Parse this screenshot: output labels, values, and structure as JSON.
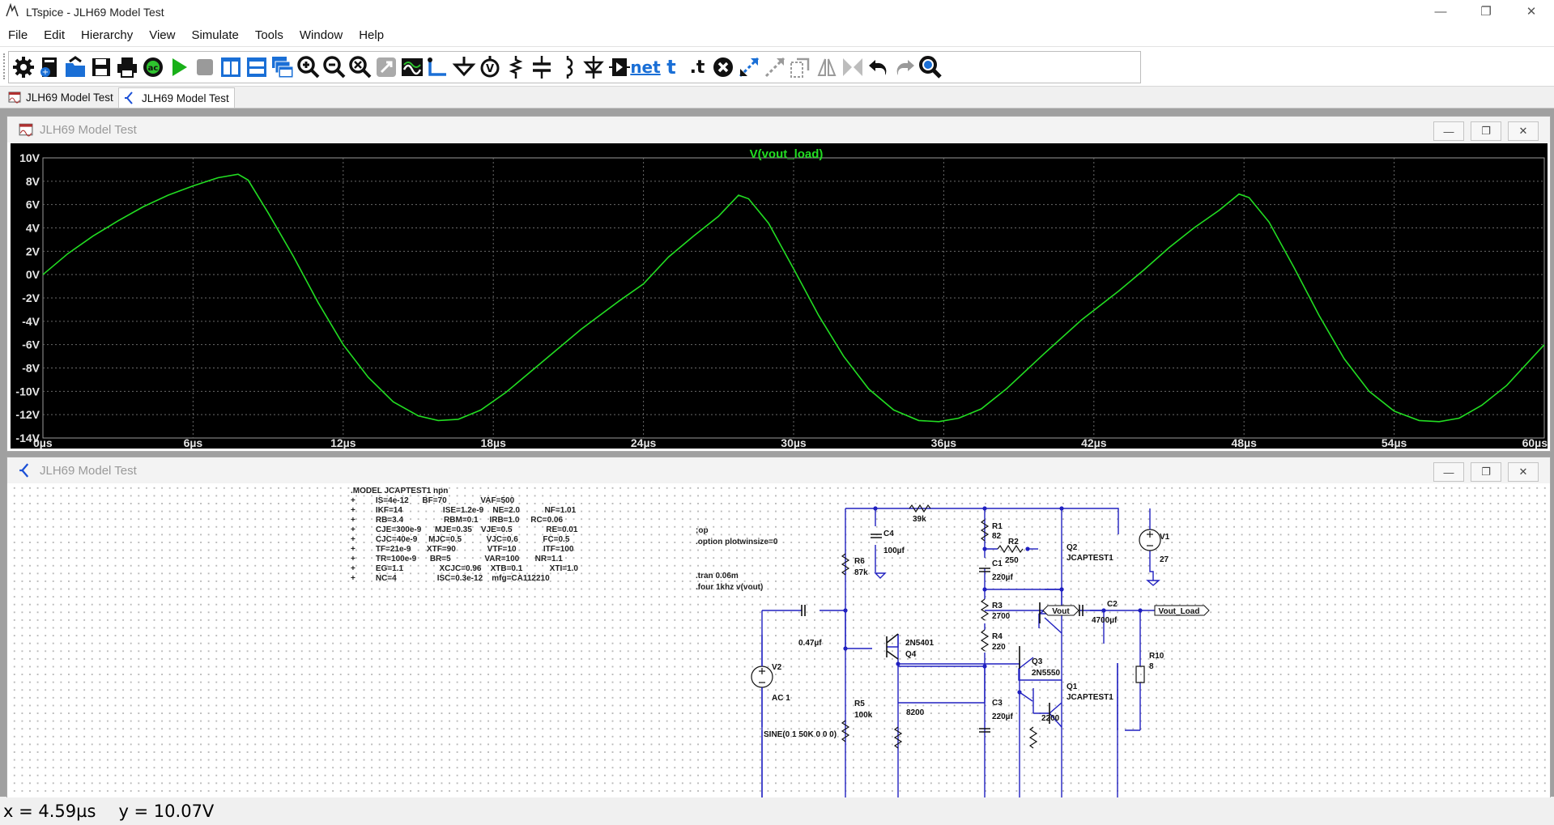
{
  "app": {
    "title": "LTspice - JLH69 Model Test",
    "window_controls": [
      "minimize-icon",
      "restore-icon",
      "close-icon"
    ]
  },
  "menu": [
    "File",
    "Edit",
    "Hierarchy",
    "View",
    "Simulate",
    "Tools",
    "Window",
    "Help"
  ],
  "toolbar": {
    "buttons": [
      "settings",
      "new-schematic",
      "open",
      "save",
      "print",
      "ac-analysis",
      "run",
      "halt",
      "tile-vertical",
      "tile-horizontal",
      "cascade",
      "zoom-in",
      "zoom-out",
      "zoom-fit",
      "zoom-extents",
      "autorange",
      "wire",
      "ground",
      "label-net",
      "resistor",
      "capacitor",
      "inductor",
      "diode",
      "component",
      "net-label",
      "text",
      "spice-directive",
      "delete",
      "move",
      "drag",
      "rotate",
      "mirror",
      "undo",
      "redo",
      "find"
    ],
    "net_label": "net",
    "text_label": "t",
    "directive_label": ".t"
  },
  "tabs": [
    {
      "label": "JLH69 Model Test",
      "icon": "waveform-icon",
      "active": false
    },
    {
      "label": "JLH69 Model Test",
      "icon": "schematic-icon",
      "active": true
    }
  ],
  "waveform_window": {
    "title": "JLH69 Model Test",
    "trace_label": "V(vout_load)",
    "trace_color": "#22dd22"
  },
  "chart_data": {
    "type": "line",
    "title": "V(vout_load)",
    "xlabel": "",
    "ylabel": "",
    "x_unit": "µs",
    "y_unit": "V",
    "xlim": [
      0,
      60
    ],
    "ylim": [
      -14,
      10
    ],
    "x_ticks": [
      "0µs",
      "6µs",
      "12µs",
      "18µs",
      "24µs",
      "30µs",
      "36µs",
      "42µs",
      "48µs",
      "54µs",
      "60µs"
    ],
    "y_ticks": [
      "10V",
      "8V",
      "6V",
      "4V",
      "2V",
      "0V",
      "-2V",
      "-4V",
      "-6V",
      "-8V",
      "-10V",
      "-12V",
      "-14V"
    ],
    "grid": true,
    "series": [
      {
        "name": "V(vout_load)",
        "x": [
          0,
          1,
          2,
          3,
          4,
          5,
          6,
          7,
          7.8,
          8.2,
          9,
          10,
          11,
          12,
          13,
          14,
          15,
          15.8,
          16.6,
          17.5,
          18.5,
          20,
          21.5,
          23,
          24,
          25,
          26,
          27,
          27.8,
          28.2,
          29,
          30,
          31,
          32,
          33,
          34,
          35,
          35.8,
          36.6,
          37.5,
          38.5,
          40,
          41.5,
          43,
          44,
          45,
          46,
          47,
          47.8,
          48.2,
          49,
          50,
          51,
          52,
          53,
          54,
          55,
          55.8,
          56.6,
          57.5,
          58.5,
          60
        ],
        "y": [
          0,
          1.8,
          3.3,
          4.6,
          5.8,
          6.8,
          7.6,
          8.3,
          8.6,
          8.1,
          5.3,
          1.6,
          -2.4,
          -6.0,
          -8.8,
          -10.9,
          -12.1,
          -12.5,
          -12.4,
          -11.6,
          -10.1,
          -7.4,
          -4.7,
          -2.3,
          -0.8,
          1.5,
          3.3,
          5.0,
          6.8,
          6.5,
          4.4,
          0.5,
          -3.5,
          -7.0,
          -9.8,
          -11.6,
          -12.5,
          -12.6,
          -12.3,
          -11.5,
          -9.8,
          -6.8,
          -3.9,
          -1.4,
          0.4,
          2.3,
          4.0,
          5.5,
          6.9,
          6.6,
          4.5,
          0.6,
          -3.5,
          -7.2,
          -10.0,
          -11.7,
          -12.5,
          -12.6,
          -12.3,
          -11.2,
          -9.5,
          -6.0
        ]
      }
    ]
  },
  "schematic_window": {
    "title": "JLH69 Model Test",
    "model_text": [
      ".MODEL JCAPTEST1 npn",
      "+         IS=4e-12      BF=70               VAF=500",
      "+         IKF=14                  ISE=1.2e-9    NE=2.0           NF=1.01",
      "+         RB=3.4                  RBM=0.1     IRB=1.0     RC=0.06",
      "+         CJE=300e-9      MJE=0.35    VJE=0.5               RE=0.01",
      "+         CJC=40e-9     MJC=0.5           VJC=0.6           FC=0.5",
      "+         TF=21e-9       XTF=90              VTF=10            ITF=100",
      "+         TR=100e-9      BR=5               VAR=100       NR=1.1",
      "+         EG=1.1                XCJC=0.96    XTB=0.1            XTI=1.0",
      "+         NC=4                  ISC=0.3e-12    mfg=CA112210"
    ],
    "directives": [
      ";op",
      ".option plotwinsize=0",
      ".tran 0.06m",
      ".four 1khz v(vout)"
    ],
    "components": {
      "R1": {
        "name": "R1",
        "value": "82"
      },
      "R2": {
        "name": "R2",
        "value": "250"
      },
      "R3": {
        "name": "R3",
        "value": "2700"
      },
      "R4": {
        "name": "R4",
        "value": "220"
      },
      "R5": {
        "name": "R5",
        "value": "100k"
      },
      "R6": {
        "name": "R6",
        "value": "87k"
      },
      "R7": {
        "name": "",
        "value": "8200"
      },
      "R8": {
        "name": "",
        "value": "2200"
      },
      "R9": {
        "name": "",
        "value": "39k"
      },
      "R10": {
        "name": "R10",
        "value": "8"
      },
      "C1": {
        "name": "C1",
        "value": "220µf"
      },
      "C2": {
        "name": "C2",
        "value": "4700µf"
      },
      "C3": {
        "name": "C3",
        "value": "220µf"
      },
      "C4": {
        "name": "C4",
        "value": "100µf"
      },
      "C5": {
        "name": "",
        "value": "0.47µf"
      },
      "Q1": {
        "name": "Q1",
        "value": "JCAPTEST1"
      },
      "Q2": {
        "name": "Q2",
        "value": "JCAPTEST1"
      },
      "Q3": {
        "name": "Q3",
        "value": "2N5550"
      },
      "Q4": {
        "name": "Q4",
        "value": "2N5401"
      },
      "V1": {
        "name": "V1",
        "value": "27"
      },
      "V2": {
        "name": "V2",
        "value": "AC 1",
        "source": "SINE(0 1 50K 0 0 0)"
      }
    },
    "net_labels": {
      "vout": "Vout",
      "vout_load": "Vout_Load"
    },
    "wire_color": "#2020c0"
  },
  "status": {
    "x_readout": "x = 4.59µs",
    "y_readout": "y = 10.07V"
  }
}
